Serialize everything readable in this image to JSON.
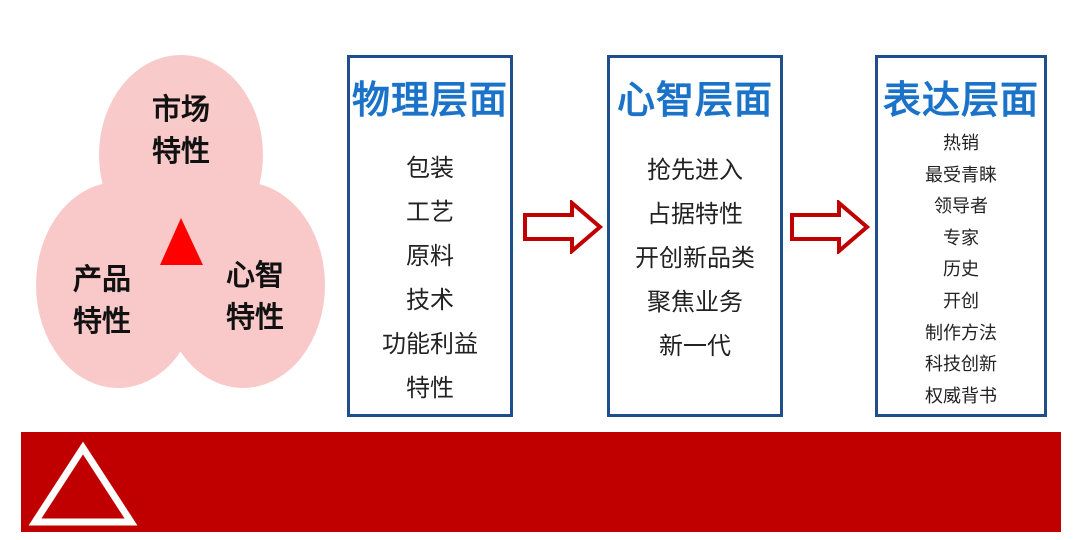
{
  "venn": {
    "market": "市场\n特性",
    "product": "产品\n特性",
    "mind": "心智\n特性",
    "circle_color": "#f9c5c5",
    "triangle_color": "#ff0000"
  },
  "columns": [
    {
      "title": "物理层面",
      "items": [
        "包装",
        "工艺",
        "原料",
        "技术",
        "功能利益",
        "特性"
      ]
    },
    {
      "title": "心智层面",
      "items": [
        "抢先进入",
        "占据特性",
        "开创新品类",
        "聚焦业务",
        "新一代"
      ]
    },
    {
      "title": "表达层面",
      "items": [
        "热销",
        "最受青睐",
        "领导者",
        "专家",
        "历史",
        "开创",
        "制作方法",
        "科技创新",
        "权威背书"
      ]
    }
  ],
  "colors": {
    "box_border": "#1f4e8c",
    "title_text": "#1a73c8",
    "arrow": "#c00000",
    "banner": "#c00000"
  }
}
